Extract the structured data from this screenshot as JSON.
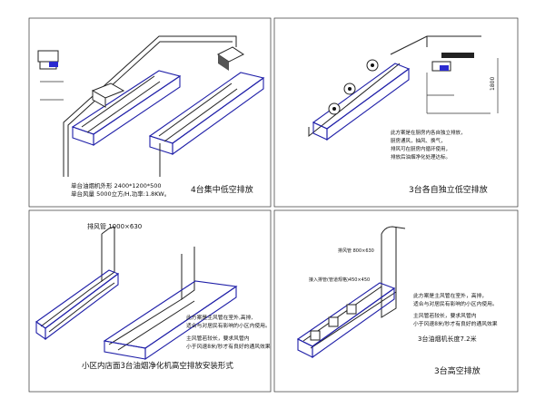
{
  "panel_top_left": {
    "spec_line1": "单台油烟机外形 2400*1200*500",
    "spec_line2": "单台风量 5000立方/H,功率:1.8KW。",
    "caption": "4台集中低空排放"
  },
  "panel_top_right": {
    "dimension": "1800",
    "note_lines": [
      "此方案是在厨房内各自独立排放，",
      "厨房通风，抽风、换气，",
      "排风可在厨房内循环使用，",
      "排放后油烟净化处理达标。"
    ],
    "caption": "3台各自独立低空排放"
  },
  "panel_bottom_left": {
    "duct_label": "排风管 1000×630",
    "note_lines": [
      "此方案是主风管在室外,高排,",
      "适合与对居民有影响的小区内使用。",
      "主风管若较长，要求风管内",
      "小于风速8米/秒才有良好的通风效果"
    ],
    "caption": "小区内店面3台油烟净化机高空排放安装形式"
  },
  "panel_bottom_right": {
    "duct_label_a": "排风管 800×630",
    "duct_label_b": "接入排管(管道规格)450×450",
    "note_lines": [
      "此方案是主风管在室外，高排，",
      "适合与对居民有影响的小区内使用。",
      "主风管若较长，要求风管内",
      "小于风速8米/秒才有良好的通风效果"
    ],
    "length_note": "3台油烟机长度7.2米",
    "caption": "3台高空排放"
  },
  "colors": {
    "accent": "#1f1fa8",
    "line": "#222222"
  }
}
